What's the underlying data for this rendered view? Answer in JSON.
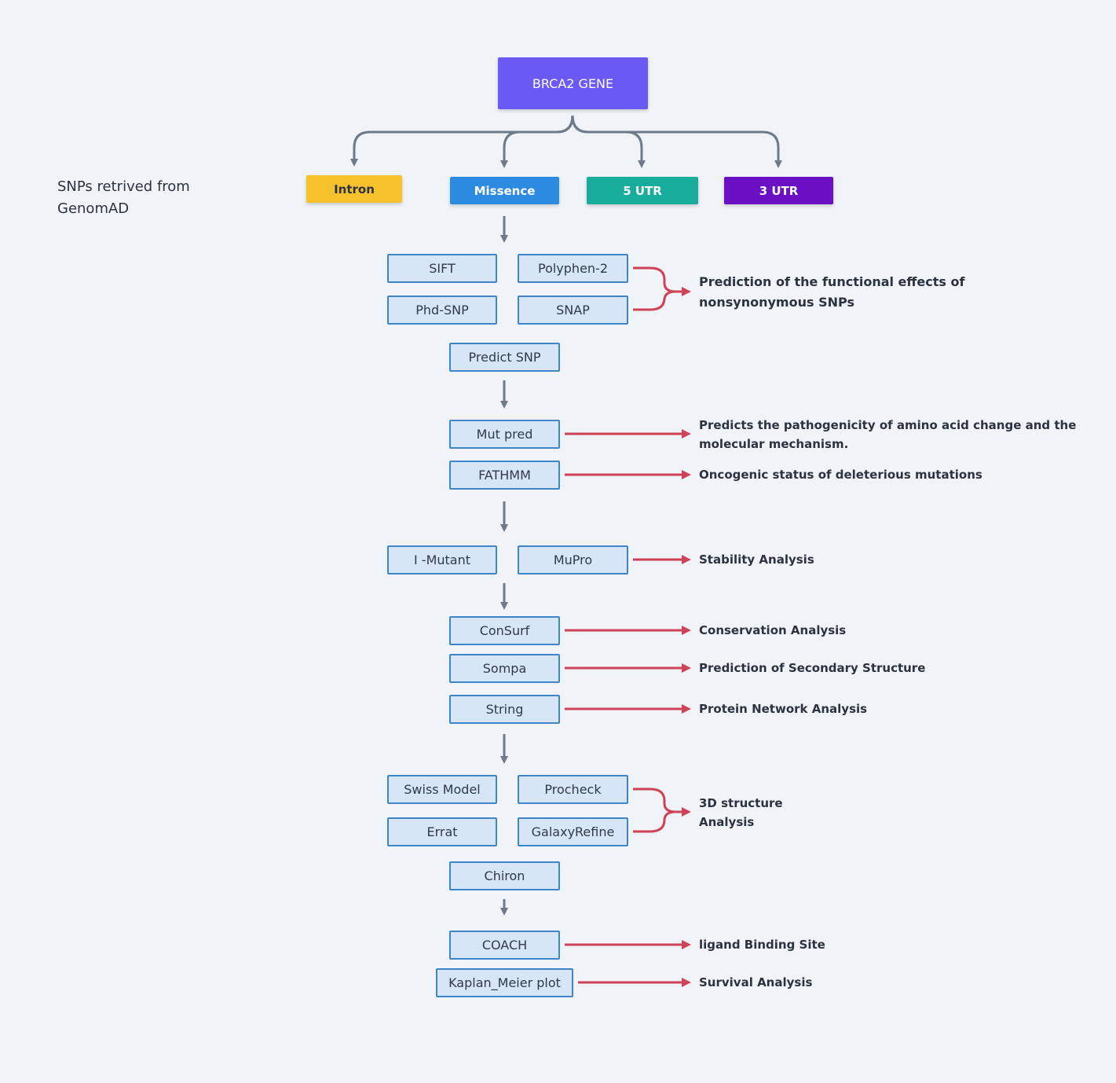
{
  "gene": {
    "label": "BRCA2 GENE",
    "color": "#6a59f5"
  },
  "side_note": "SNPs retrived from GenomAD",
  "categories": [
    {
      "label": "Intron",
      "color": "#f7c12c",
      "text_color": "#2b3340"
    },
    {
      "label": "Missence",
      "color": "#2d8ae1",
      "text_color": "#ffffff"
    },
    {
      "label": "5 UTR",
      "color": "#18ad9b",
      "text_color": "#ffffff"
    },
    {
      "label": "3 UTR",
      "color": "#6b10c4",
      "text_color": "#ffffff"
    }
  ],
  "tools": {
    "sift": "SIFT",
    "polyphen": "Polyphen-2",
    "phdsnp": "Phd-SNP",
    "snap": "SNAP",
    "predictsnp": "Predict SNP",
    "mutpred": "Mut pred",
    "fathmm": "FATHMM",
    "imutant": "I -Mutant",
    "mupro": "MuPro",
    "consurf": "ConSurf",
    "sompa": "Sompa",
    "string": "String",
    "swissmodel": "Swiss Model",
    "procheck": "Procheck",
    "errat": "Errat",
    "galaxyrefine": "GalaxyRefine",
    "chiron": "Chiron",
    "coach": "COACH",
    "kaplan": "Kaplan_Meier plot"
  },
  "descriptions": {
    "functional_line1": "Prediction of the functional effects of",
    "functional_line2": "nonsynonymous SNPs",
    "pathogenicity_line1": "Predicts the pathogenicity of amino acid change and the",
    "pathogenicity_line2": "molecular mechanism.",
    "oncogenic": "Oncogenic status of  deleterious mutations",
    "stability": "Stability Analysis",
    "conservation": "Conservation Analysis",
    "secondary": "Prediction of Secondary Structure",
    "network": "Protein Network Analysis",
    "structure_line1": "3D structure",
    "structure_line2": "Analysis",
    "ligand": "ligand Binding Site",
    "survival": "Survival Analysis"
  },
  "colors": {
    "flow_arrow": "#6d7a89",
    "annotation_arrow": "#cf4257",
    "tool_fill": "#d6e6f7",
    "tool_border": "#3f86c9",
    "background": "#f0f3f7"
  }
}
